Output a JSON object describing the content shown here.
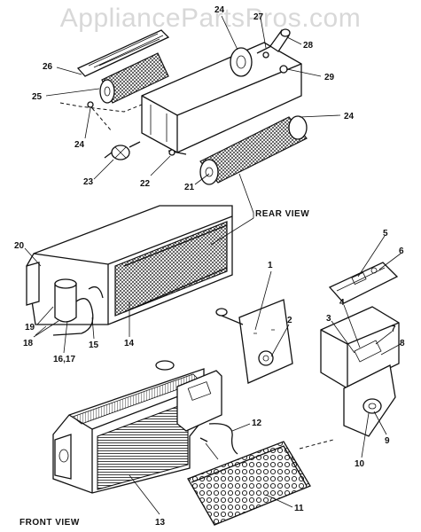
{
  "watermark": "AppliancePartsPros.com",
  "views": {
    "rear": "REAR VIEW",
    "front": "FRONT VIEW"
  },
  "callouts": [
    "1",
    "2",
    "3",
    "4",
    "5",
    "6",
    "7",
    "8",
    "9",
    "10",
    "11",
    "12",
    "13",
    "14",
    "15",
    "16,17",
    "18",
    "19",
    "20",
    "21",
    "22",
    "23",
    "24",
    "24",
    "24",
    "25",
    "26",
    "27",
    "28",
    "29"
  ]
}
